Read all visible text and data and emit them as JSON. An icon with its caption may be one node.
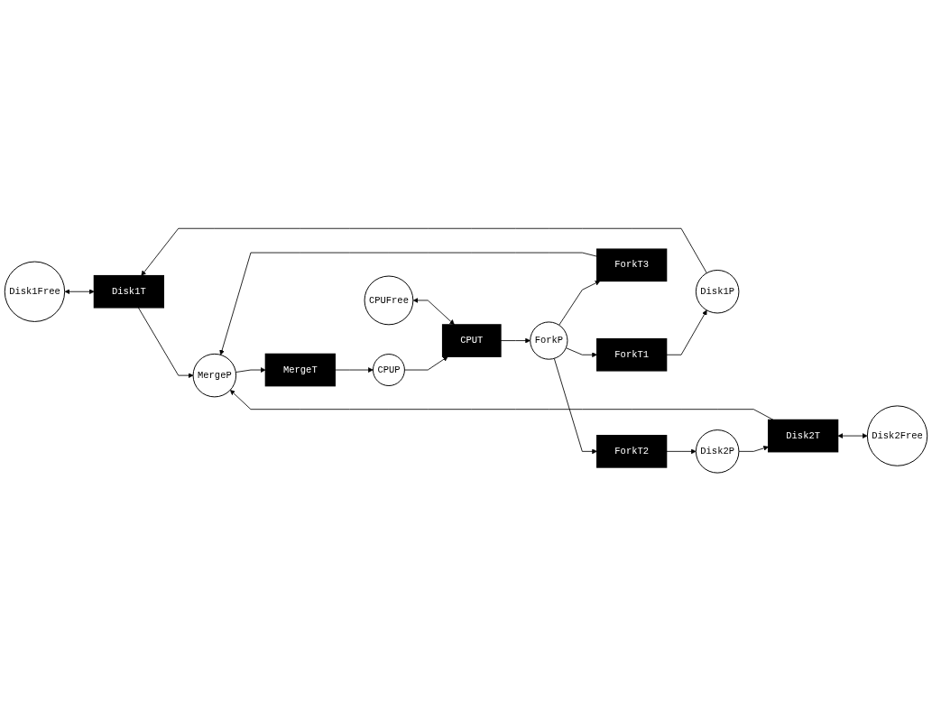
{
  "diagram": {
    "nodes": [
      {
        "text": [
          "Disk1Free"
        ]
      },
      {
        "text": [
          "Disk1T"
        ]
      },
      {
        "text": [
          "ForkT1"
        ]
      },
      {
        "text": [
          "ForkT3"
        ]
      },
      {
        "text": [
          "Disk1P"
        ]
      },
      {
        "text": [
          "MergeP"
        ]
      },
      {
        "text": [
          "MergeT"
        ]
      },
      {
        "text": [
          "CPUP"
        ]
      },
      {
        "text": [
          "CPUT"
        ]
      },
      {
        "text": [
          "ForkP"
        ]
      },
      {
        "text": [
          "CPUFree"
        ]
      },
      {
        "text": [
          "Disk2P"
        ]
      },
      {
        "text": [
          "ForkT2"
        ]
      },
      {
        "text": [
          "Disk2T"
        ]
      },
      {
        "text": [
          "Disk2Free"
        ]
      }
    ],
    "edges": [
      {
        "from": 0,
        "to": 1,
        "arrow": "both"
      },
      {
        "from": 4,
        "to": 1,
        "arrow": "to"
      },
      {
        "from": 1,
        "to": 5,
        "arrow": "to"
      },
      {
        "from": 3,
        "to": 5,
        "arrow": "to"
      },
      {
        "from": 5,
        "to": 6,
        "arrow": "to"
      },
      {
        "from": 6,
        "to": 7,
        "arrow": "to"
      },
      {
        "from": 7,
        "to": 8,
        "arrow": "to"
      },
      {
        "from": 10,
        "to": 8,
        "arrow": "both"
      },
      {
        "from": 8,
        "to": 9,
        "arrow": "to"
      },
      {
        "from": 9,
        "to": 3,
        "arrow": "to"
      },
      {
        "from": 9,
        "to": 2,
        "arrow": "to"
      },
      {
        "from": 2,
        "to": 4,
        "arrow": "to"
      },
      {
        "from": 9,
        "to": 12,
        "arrow": "to"
      },
      {
        "from": 12,
        "to": 11,
        "arrow": "to"
      },
      {
        "from": 11,
        "to": 13,
        "arrow": "to"
      },
      {
        "from": 13,
        "to": 5,
        "arrow": "to"
      },
      {
        "from": 13,
        "to": 14,
        "arrow": "both"
      }
    ]
  }
}
